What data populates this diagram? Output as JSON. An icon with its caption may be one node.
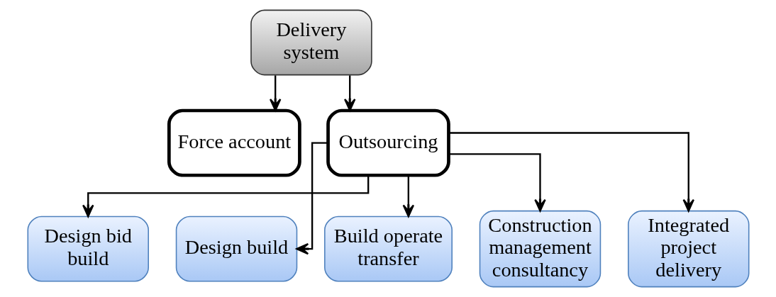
{
  "diagram": {
    "nodes": [
      {
        "text": [
          "Delivery system"
        ]
      },
      {
        "text": [
          "Force account"
        ]
      },
      {
        "text": [
          "Outsourcing"
        ]
      },
      {
        "text": [
          "Design bid build"
        ]
      },
      {
        "text": [
          "Design build"
        ]
      },
      {
        "text": [
          "Build operate transfer"
        ]
      },
      {
        "text": [
          "Construction management consultancy"
        ]
      },
      {
        "text": [
          "Integrated project delivery"
        ]
      }
    ],
    "edges": [
      {
        "from": 0,
        "to": 1,
        "arrow": "to"
      },
      {
        "from": 0,
        "to": 2,
        "arrow": "to"
      },
      {
        "from": 2,
        "to": 3,
        "arrow": "to"
      },
      {
        "from": 2,
        "to": 4,
        "arrow": "to"
      },
      {
        "from": 2,
        "to": 5,
        "arrow": "to"
      },
      {
        "from": 2,
        "to": 6,
        "arrow": "to"
      },
      {
        "from": 2,
        "to": 7,
        "arrow": "to"
      }
    ]
  }
}
